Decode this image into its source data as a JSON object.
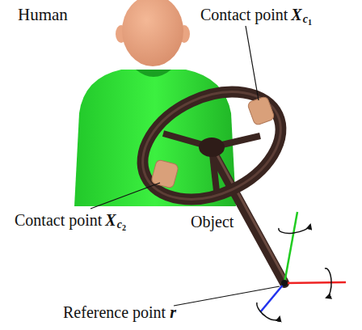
{
  "diagram": {
    "labels": [
      "Human",
      "Contact point",
      "X",
      "c",
      "1",
      "Contact point",
      "X",
      "c",
      "2",
      "Object",
      "Reference point",
      "r"
    ]
  }
}
